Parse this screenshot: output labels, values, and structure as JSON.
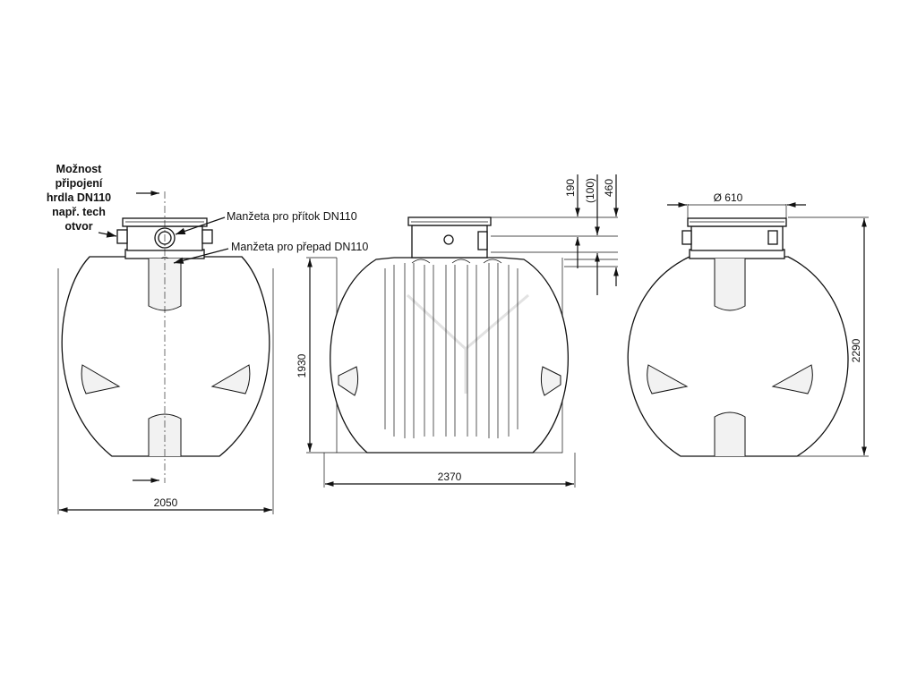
{
  "labels": {
    "connection_option": [
      "Možnost",
      "připojení",
      "hrdla DN110",
      "např. tech",
      "otvor"
    ],
    "inflow_sleeve": "Manžeta pro přítok DN110",
    "overflow_sleeve": "Manžeta pro přepad DN110"
  },
  "dimensions": {
    "front_width": "2050",
    "side_length": "2370",
    "side_height": "1930",
    "top_190": "190",
    "top_100": "(100)",
    "top_460": "460",
    "neck_diameter": "Ø 610",
    "total_height": "2290"
  }
}
